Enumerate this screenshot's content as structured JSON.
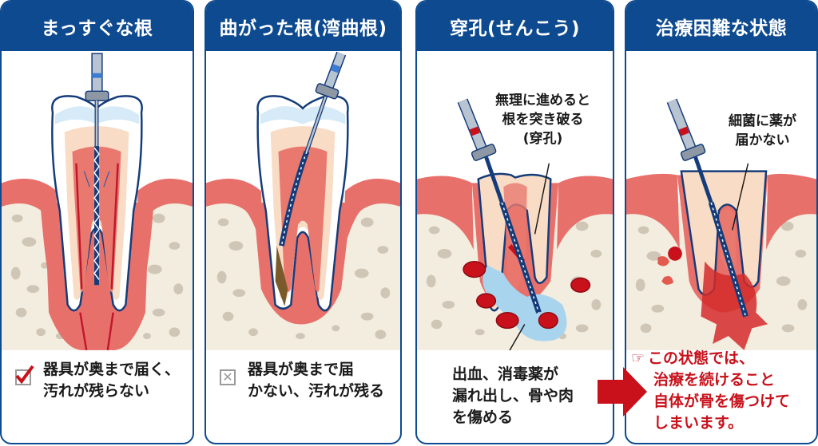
{
  "colors": {
    "header_bg": "#0d4a8f",
    "gum": "#e8706b",
    "bone": "#f3ede0",
    "bone_spot": "#cfc6b6",
    "enamel": "#ffffff",
    "dentin": "#f9dcc5",
    "pulp": "#e9796f",
    "outline": "#143c7a",
    "file_metal": "#b9c4d2",
    "blood": "#c8111b",
    "disinfectant": "#a9d4ee",
    "warning_text": "#c8111b",
    "check_red": "#c8111b",
    "cross_gray": "#9a9a9a"
  },
  "panels": [
    {
      "title": "まっすぐな根",
      "status_icon": "check-icon",
      "caption_lines": [
        "器具が奥まで届く、",
        "汚れが残らない"
      ]
    },
    {
      "title": "曲がった根(湾曲根)",
      "status_icon": "cross-icon",
      "caption_lines": [
        "器具が奥まで届",
        "かない、汚れが残る"
      ]
    },
    {
      "title": "穿孔(せんこう)",
      "callout_lines": [
        "無理に進めると",
        "根を突き破る",
        "(穿孔)"
      ],
      "caption_lines": [
        "出血、消毒薬が",
        "漏れ出し、骨や肉",
        "を傷める"
      ]
    },
    {
      "title": "治療困難な状態",
      "callout_lines": [
        "細菌に薬が",
        "届かない"
      ],
      "warning_icon": "pointing-hand-icon",
      "warning_lines": [
        "この状態では、",
        "治療を続けること",
        "自体が骨を傷つけて",
        "しまいます。"
      ]
    }
  ],
  "transition_arrow": "right-arrow-icon"
}
